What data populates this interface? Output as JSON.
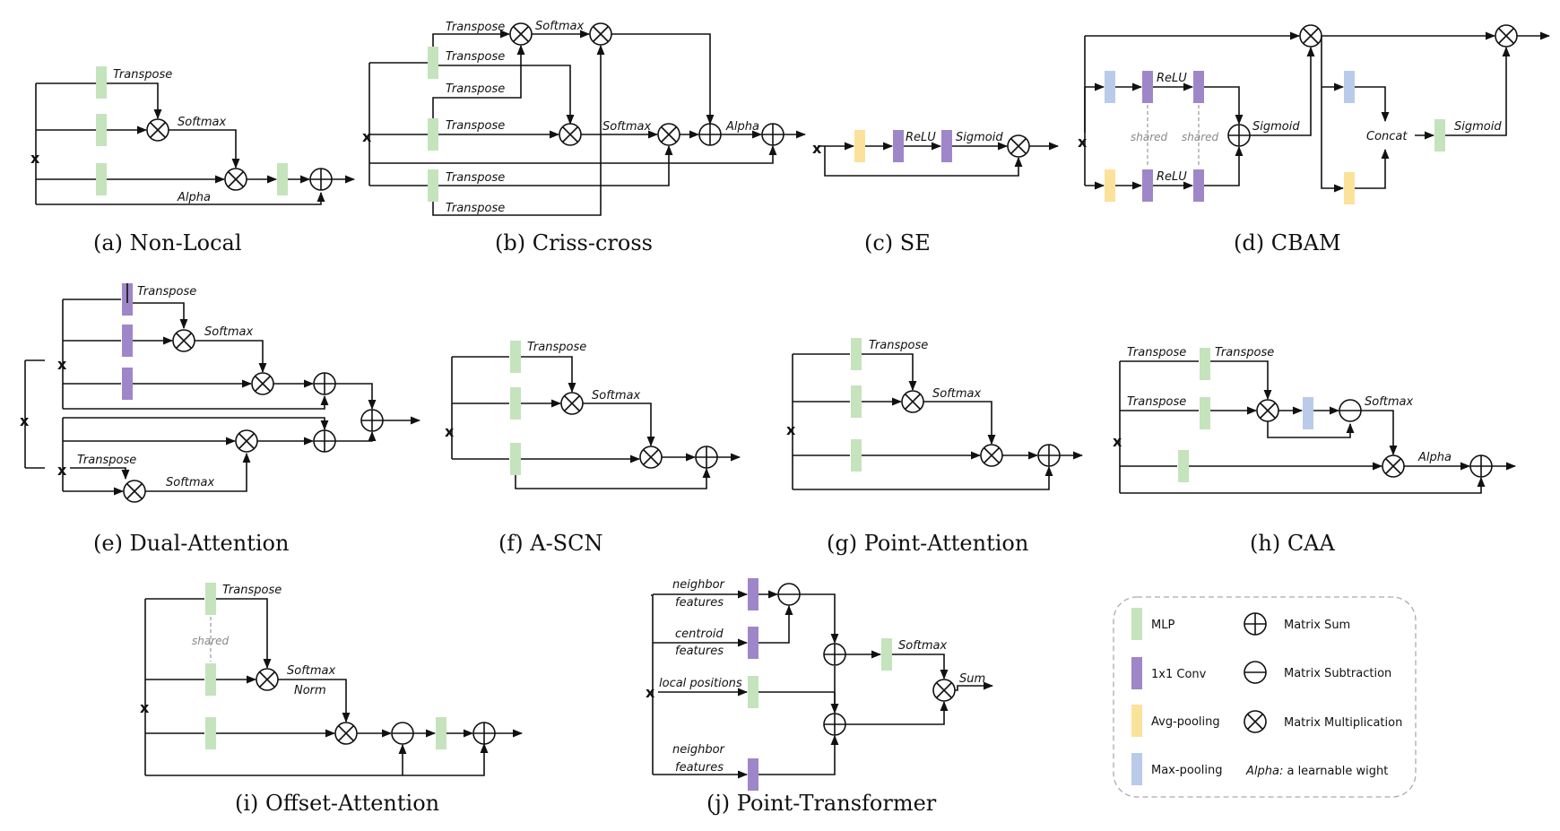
{
  "colors": {
    "mlp": "#c5e3bd",
    "conv": "#9f86c8",
    "avg": "#fbe29b",
    "max": "#b9cbe9",
    "line": "#111111"
  },
  "common": {
    "x": "x",
    "transpose": "Transpose",
    "softmax": "Softmax",
    "alpha": "Alpha",
    "relu": "ReLU",
    "sigmoid": "Sigmoid",
    "shared": "shared",
    "concat": "Concat",
    "norm": "Norm",
    "sum": "Sum"
  },
  "captions": {
    "a": "(a)  Non-Local",
    "b": "(b)  Criss-cross",
    "c": "(c)  SE",
    "d": "(d)  CBAM",
    "e": "(e)  Dual-Attention",
    "f": "(f)  A-SCN",
    "g": "(g)  Point-Attention",
    "h": "(h)  CAA",
    "i": "(i)  Offset-Attention",
    "j": "(j)  Point-Transformer"
  },
  "point_transformer": {
    "neighbor_l1": "neighbor",
    "neighbor_l2": "features",
    "centroid_l1": "centroid",
    "centroid_l2": "features",
    "local_positions": "local positions"
  },
  "legend": {
    "mlp": "MLP",
    "conv": "1x1 Conv",
    "avg": "Avg-pooling",
    "max": "Max-pooling",
    "sum": "Matrix Sum",
    "sub": "Matrix Subtraction",
    "mul": "Matrix Multiplication",
    "alpha_key": "Alpha:",
    "alpha_desc": " a learnable wight"
  }
}
